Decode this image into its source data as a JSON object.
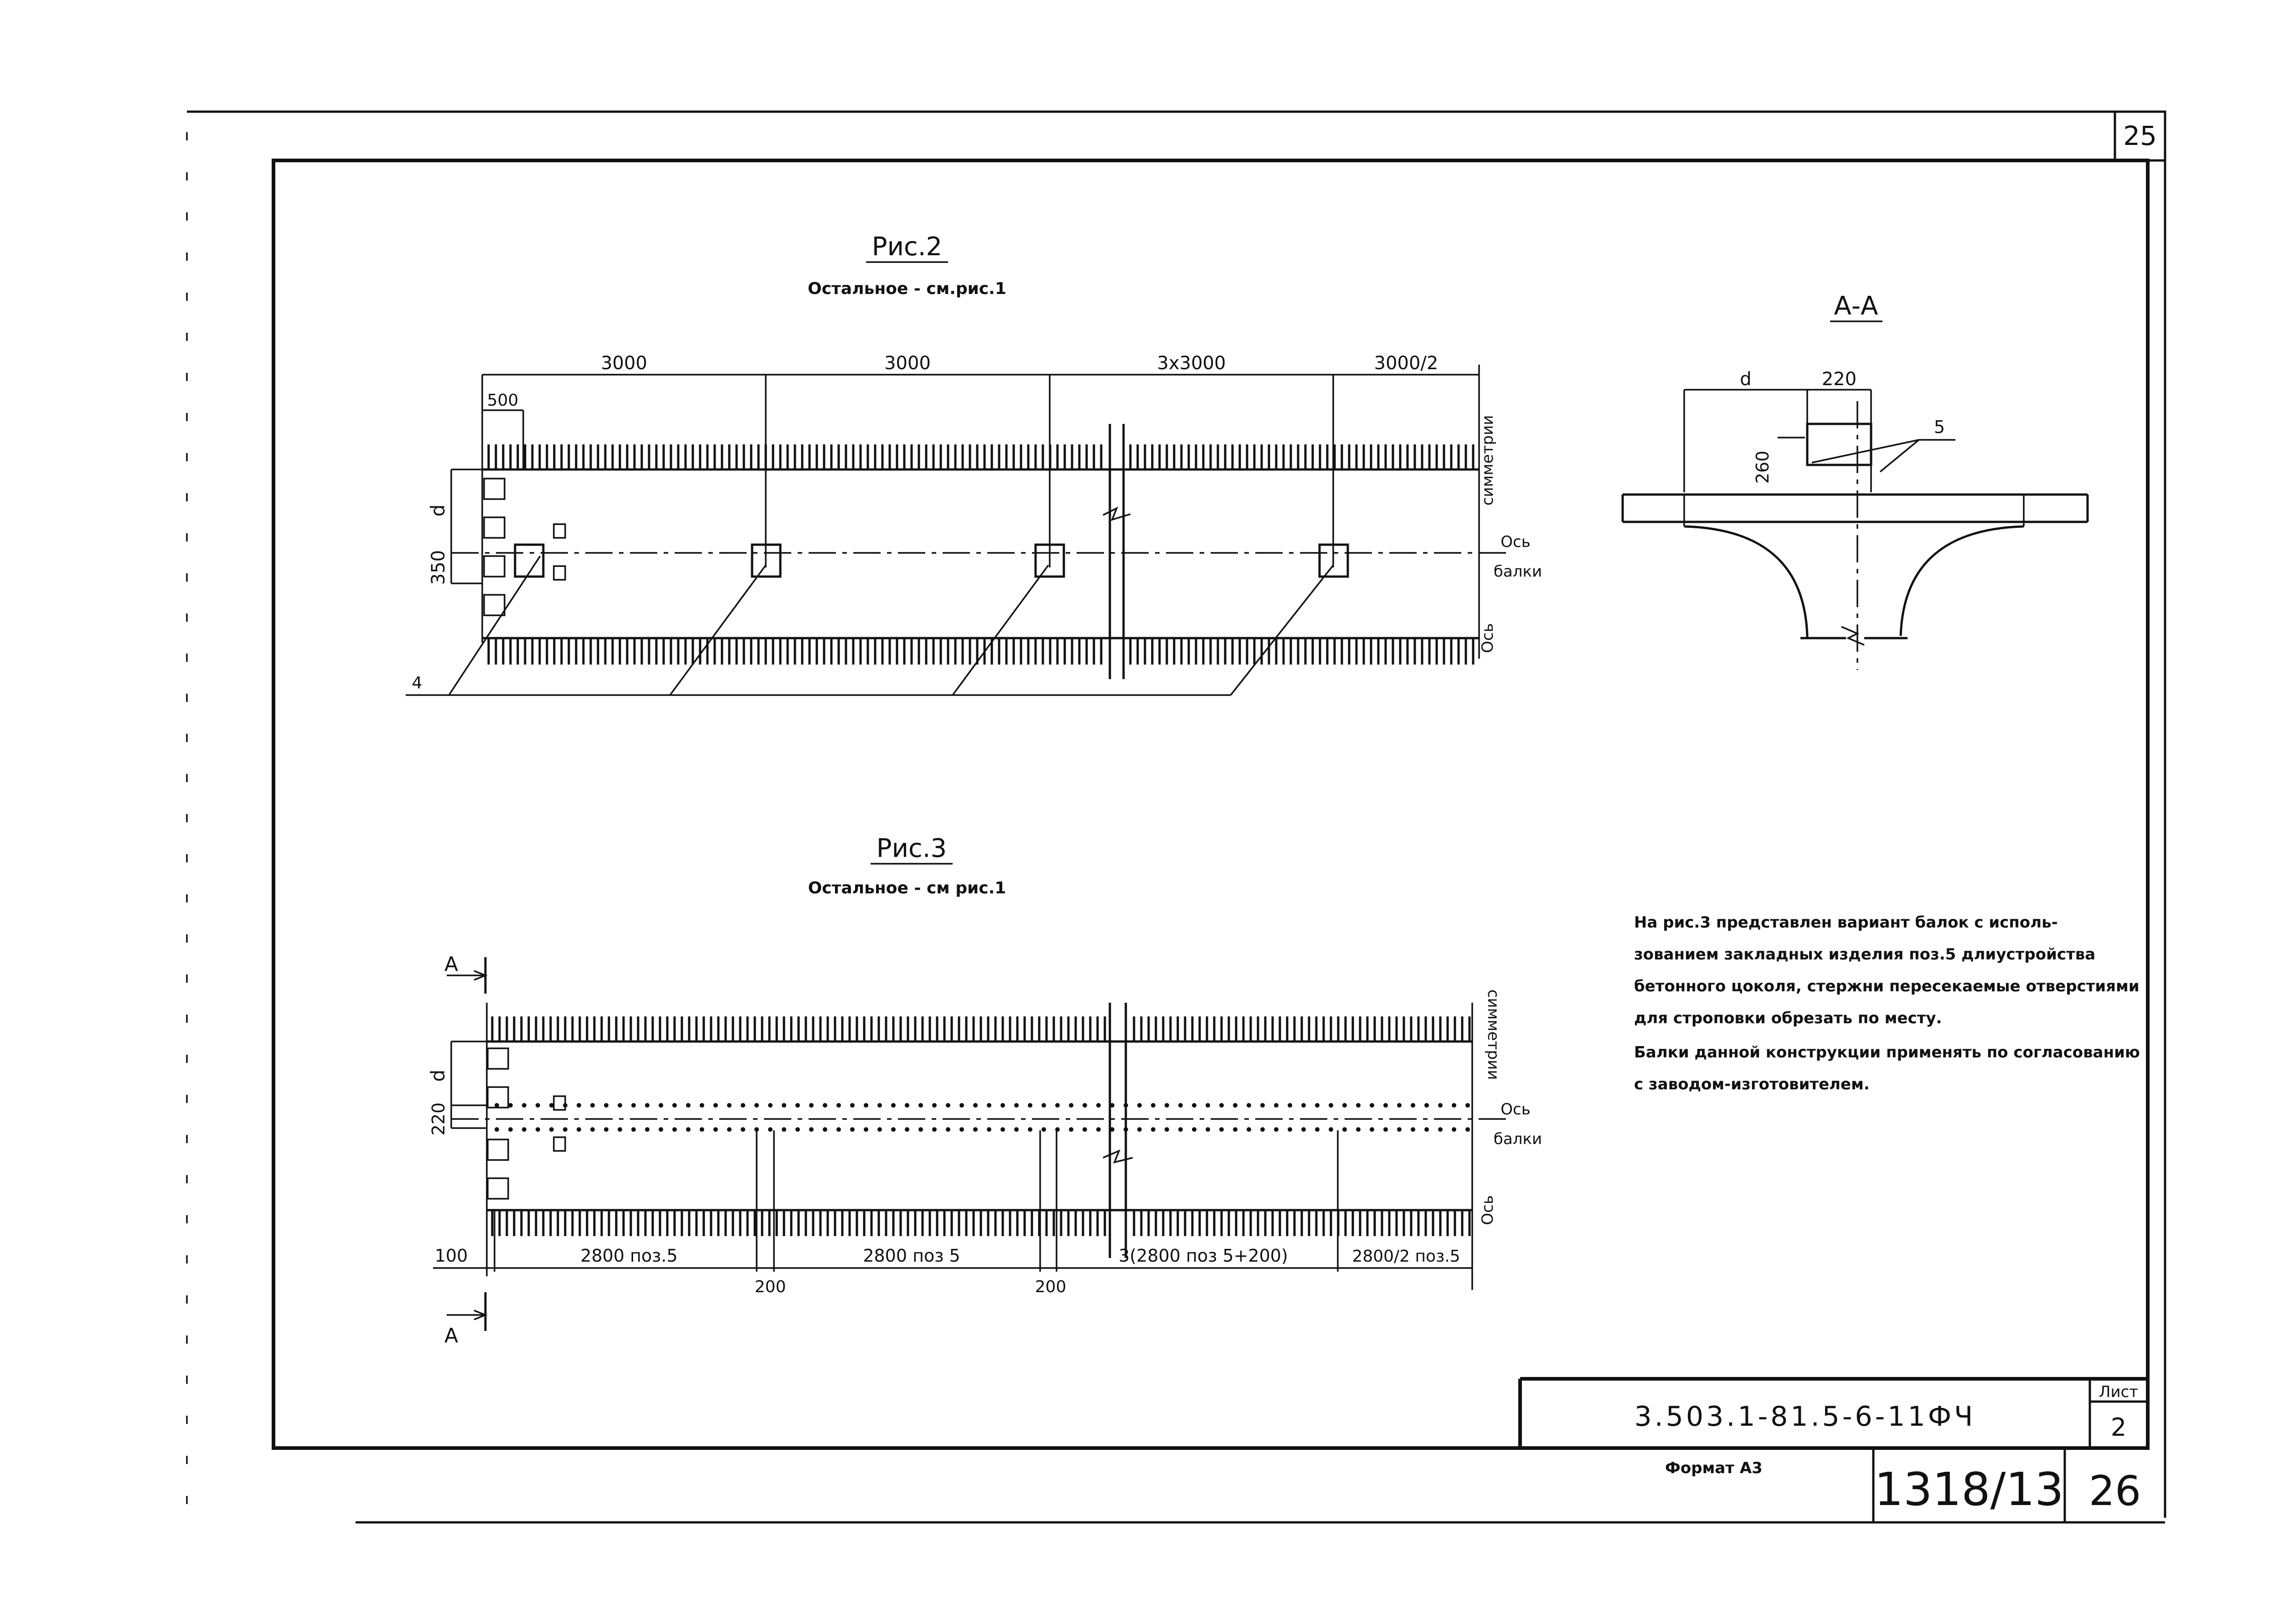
{
  "sheet": {
    "corner_page_top": "25",
    "corner_page_bottom": "26",
    "doc_code": "3.503.1-81.5-6-11ФЧ",
    "sheet_label": "Лист",
    "sheet_number": "2",
    "format_label": "Формат А3",
    "inventory_number": "1318/13"
  },
  "fig2": {
    "title": "Рис.2",
    "subtitle": "Остальное - см.рис.1",
    "dim_top": [
      "3000",
      "3000",
      "3x3000",
      "3000/2"
    ],
    "dim_500": "500",
    "dim_d": "d",
    "dim_350": "350",
    "label_symmetry": "симметрии",
    "label_axis_os": "Ось",
    "label_axis_balki": "балки",
    "label_axis_os2": "Ось",
    "callout_4": "4"
  },
  "fig3": {
    "title": "Рис.3",
    "subtitle": "Остальное - см рис.1",
    "section_mark_top": "А",
    "section_mark_bottom": "А",
    "dim_d": "d",
    "dim_220": "220",
    "label_symmetry": "симметрии",
    "label_axis_os": "Ось",
    "label_axis_balki": "балки",
    "label_axis_os2": "Ось",
    "dim_100": "100",
    "dim_bottom": [
      "2800 поз.5",
      "2800 поз 5",
      "3(2800 поз 5+200)",
      "2800/2 поз.5"
    ],
    "dim_200_a": "200",
    "dim_200_b": "200"
  },
  "section_aa": {
    "title": "А-А",
    "dim_d": "d",
    "dim_220": "220",
    "dim_260": "260",
    "callout_5": "5"
  },
  "note": {
    "lines": [
      "На рис.3 представлен вариант балок с исполь-",
      "зованием закладных изделия поз.5 длиустройства",
      "бетонного цоколя, стержни пересекаемые отверстиями",
      "для строповки обрезать по месту.",
      "Балки данной конструкции применять по согласованию",
      "с заводом-изготовителем."
    ]
  }
}
